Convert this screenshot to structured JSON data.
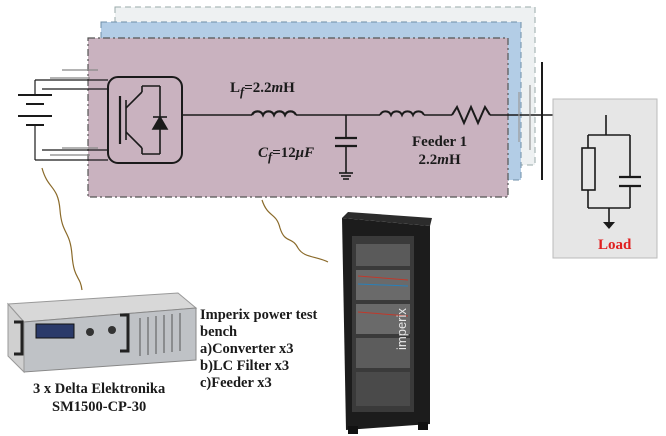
{
  "diagram": {
    "inductor_label": "L",
    "inductor_sub": "f",
    "inductor_value": "=2.2",
    "inductor_unit_m": "m",
    "inductor_unit_h": "H",
    "capacitor_label": "C",
    "capacitor_sub": "f",
    "capacitor_value": "=12",
    "capacitor_unit": "μF",
    "feeder_name": "Feeder 1",
    "feeder_value": "2.2",
    "feeder_unit_m": "m",
    "feeder_unit_h": "H",
    "load_label": "Load",
    "bench_lines": [
      "Imperix power test",
      "bench",
      "a)Converter x3",
      "b)LC Filter x3",
      "c)Feeder x3"
    ],
    "supply_lines": [
      "3 x Delta Elektronika",
      "SM1500-CP-30"
    ],
    "cabinet_brand": "imperix"
  },
  "colors": {
    "main_panel_fill": "#c9b2bf",
    "blue_panel_fill": "#b3cde6",
    "load_box_fill": "#e6e6e6",
    "load_text": "#e02020",
    "wire": "#1a1a1a",
    "squiggle": "#8a6a2a"
  }
}
